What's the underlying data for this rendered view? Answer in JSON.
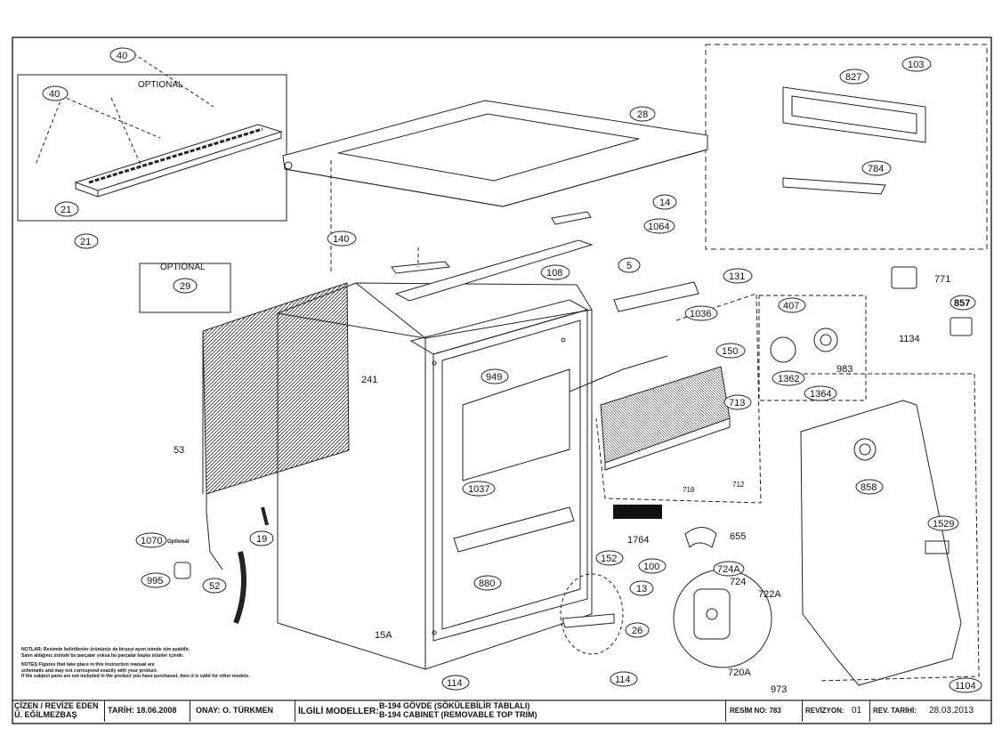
{
  "callouts": {
    "c40a": "40",
    "c40b": "40",
    "optional1": "OPTIONAL",
    "c21a": "21",
    "c21b": "21",
    "c28": "28",
    "c103": "103",
    "c827": "827",
    "c784": "784",
    "c14": "14",
    "c1064": "1064",
    "c140": "140",
    "c108": "108",
    "c5": "5",
    "c131": "131",
    "optional2": "OPTIONAL",
    "c29": "29",
    "c771": "771",
    "c857": "857",
    "c1036": "1036",
    "c407": "407",
    "c1134": "1134",
    "c150": "150",
    "c983": "983",
    "c1362": "1362",
    "c1364": "1364",
    "c241": "241",
    "c949": "949",
    "c713": "713",
    "c53": "53",
    "c858": "858",
    "c718": "718",
    "c712": "712",
    "c1037": "1037",
    "c1529": "1529",
    "c1764": "1764",
    "c655": "655",
    "c1070": "1070",
    "optional3": "Optional",
    "c19": "19",
    "c995": "995",
    "c52": "52",
    "c880": "880",
    "c152": "152",
    "c100": "100",
    "c13": "13",
    "c724A": "724A",
    "c724": "724",
    "c722A": "722A",
    "c15A": "15A",
    "c26": "26",
    "c720A": "720A",
    "c114a": "114",
    "c114b": "114",
    "c973": "973",
    "c1104": "1104"
  },
  "notes": {
    "line1": "NOTLAR: Resimde belirtilenler ürününüz de birşeyi  ayım isimde olm ayabilir.",
    "line2": "Satın aldığınız üründe bu parçalar yoksa bu parçalar başka ürünler içindir.",
    "line3": "NOTES:Figures that take place in this instruction manual are",
    "line4": "schematic  and may not correspond exactly with your product.",
    "line5": "If the subject parts are not included in the product you have purchased, then it is valid for other models."
  },
  "titleblock": {
    "drawn_label": "ÇİZEN / REVİZE EDEN",
    "drawn_name": "Ü. EĞİLMEZBAŞ",
    "date": "TARİH: 18.06.2008",
    "approval": "ONAY: O. TÜRKMEN",
    "models_label": "İLGİLİ MODELLER:",
    "model1": "B-194  GÖVDE (SÖKÜLEBİLİR TABLALI)",
    "model2": "B-194 CABINET (REMOVABLE TOP TRIM)",
    "drawing_no": "RESİM NO: 783",
    "revision_label": "REVİZYON:",
    "revision": "01",
    "rev_date_label": "REV. TARİHİ:",
    "rev_date": "28.03.2013"
  }
}
